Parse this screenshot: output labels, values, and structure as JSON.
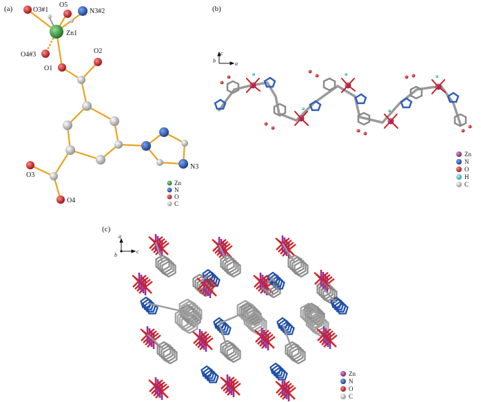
{
  "panels": {
    "a": {
      "label": "(a)",
      "atoms": {
        "O3_1": "O3#1",
        "O5": "O5",
        "N3_2": "N3#2",
        "Zn1": "Zn1",
        "O4_3": "O4#3",
        "O2": "O2",
        "O1": "O1",
        "O3": "O3",
        "O4": "O4",
        "N3": "N3"
      },
      "legend": [
        "Zn",
        "N",
        "O",
        "C"
      ]
    },
    "b": {
      "label": "(b)",
      "axes": {
        "c": "c",
        "b": "b",
        "a": "a"
      },
      "legend": [
        "Zn",
        "N",
        "O",
        "H",
        "C"
      ]
    },
    "c": {
      "label": "(c)",
      "axes": {
        "a": "a",
        "b": "b",
        "c": "c"
      },
      "legend": [
        "Zn",
        "N",
        "O",
        "C"
      ]
    }
  },
  "colors": {
    "Zn_a": "#2f8f3a",
    "Zn_bc": "#9b2f8f",
    "N": "#1f4fa8",
    "O": "#d42020",
    "H": "#3cc8d8",
    "C": "#b8b8b8",
    "bond_a": "#e8a21a"
  }
}
